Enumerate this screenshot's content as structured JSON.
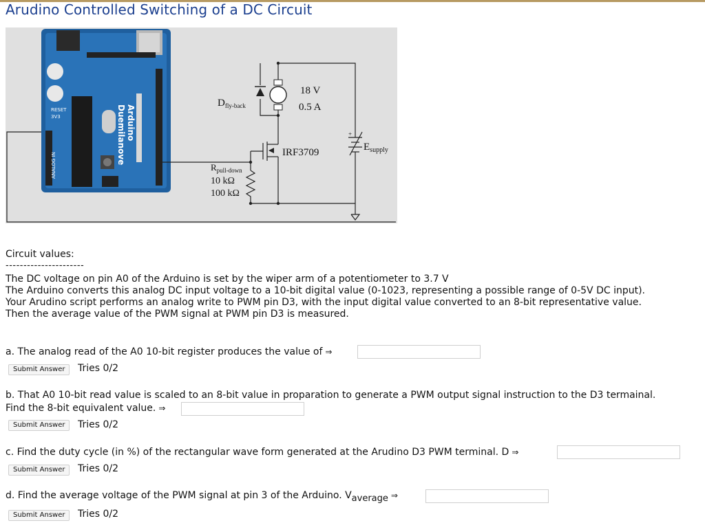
{
  "page": {
    "title": "Arudino Controlled Switching of a DC Circuit"
  },
  "figure": {
    "board_labels": {
      "reset": "RESET",
      "v3": "3V3",
      "analog": "ANALOG IN",
      "arduino": "Arduino",
      "model": "Duemilanove"
    },
    "supply_voltage": "18 V",
    "supply_current": "0.5 A",
    "diode_label": "D",
    "diode_sub": "fly-back",
    "mosfet_label": "IRF3709",
    "esupply_label": "E",
    "esupply_sub": "supply",
    "rpull_label": "R",
    "rpull_sub": "pull-down",
    "rpull_value1": "10 kΩ",
    "rpull_value2": "100 kΩ",
    "plus_sign": "+"
  },
  "content": {
    "section_label": "Circuit values:",
    "dashes": "----------------------",
    "lines": [
      "The DC voltage on pin A0 of the Arduino is set by the wiper arm of a potentiometer to 3.7 V",
      "The Arduino converts this analog DC input voltage to a 10-bit digital value (0-1023, representing a possible range of 0-5V DC input).",
      "Your Arudino script performs an analog write to PWM pin D3, with the input digital value converted to an 8-bit representative value.",
      "Then the average value of the PWM signal at PWM pin D3 is measured."
    ]
  },
  "questions": {
    "a": {
      "text": "a. The analog read of the A0 10-bit register produces the value of",
      "arrow": "⇒",
      "submit": "Submit Answer",
      "tries": "Tries 0/2",
      "value": ""
    },
    "b": {
      "line1": "b. That A0 10-bit read value is scaled to an 8-bit value in proparation to generate a PWM output signal instruction to the D3 termainal.",
      "line2": "Find the 8-bit equivalent value.",
      "arrow": "⇒",
      "submit": "Submit Answer",
      "tries": "Tries 0/2",
      "value": ""
    },
    "c": {
      "text": "c. Find the duty cycle (in %) of the rectangular wave form generated at the Arudino D3 PWM terminal. D",
      "arrow": "⇒",
      "submit": "Submit Answer",
      "tries": "Tries 0/2",
      "value": ""
    },
    "d": {
      "text": "d. Find the average voltage of the PWM signal at pin 3 of the Arduino. V",
      "sub": "average",
      "arrow": "⇒",
      "submit": "Submit Answer",
      "tries": "Tries 0/2",
      "value": ""
    }
  }
}
